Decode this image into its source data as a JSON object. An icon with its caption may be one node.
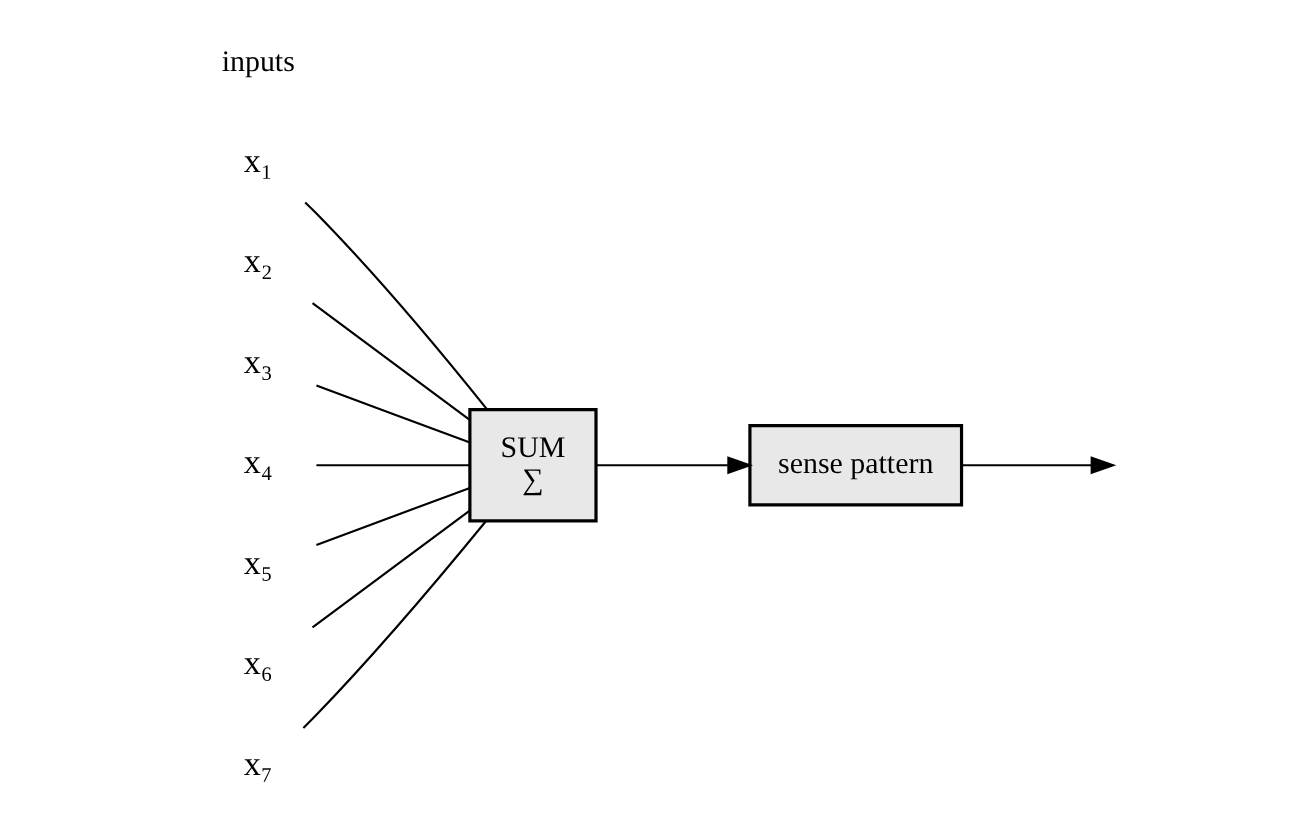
{
  "diagram": {
    "nodes": [
      {
        "text": [
          "x₁"
        ]
      },
      {
        "text": [
          "x₂"
        ]
      },
      {
        "text": [
          "x₃"
        ]
      },
      {
        "text": [
          "x₄"
        ]
      },
      {
        "text": [
          "x₅"
        ]
      },
      {
        "text": [
          "x₆"
        ]
      },
      {
        "text": [
          "x₇"
        ]
      },
      {
        "text": [
          "SUM",
          "∑"
        ]
      },
      {
        "text": [
          "sense pattern"
        ]
      }
    ],
    "edges": [
      {
        "from": 0,
        "to": 7,
        "arrow": "none"
      },
      {
        "from": 1,
        "to": 7,
        "arrow": "none"
      },
      {
        "from": 2,
        "to": 7,
        "arrow": "none"
      },
      {
        "from": 3,
        "to": 7,
        "arrow": "none"
      },
      {
        "from": 4,
        "to": 7,
        "arrow": "none"
      },
      {
        "from": 5,
        "to": 7,
        "arrow": "none"
      },
      {
        "from": 6,
        "to": 7,
        "arrow": "none"
      },
      {
        "from": 7,
        "to": 8,
        "arrow": "to"
      },
      {
        "from": 8,
        "to": null,
        "arrow": "to"
      }
    ],
    "labels": [
      "inputs"
    ]
  }
}
